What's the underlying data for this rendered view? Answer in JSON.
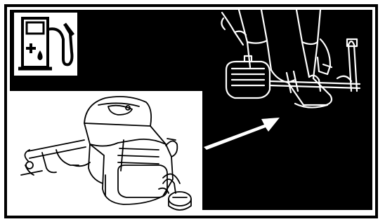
{
  "figure": {
    "icon": "fuel-pump-icon",
    "illustrations": [
      "engine-with-fuel-cap",
      "operator-with-trimmer",
      "motion-arrow"
    ],
    "colors": {
      "background": "#000000",
      "foreground": "#ffffff",
      "border": "#000000"
    }
  }
}
